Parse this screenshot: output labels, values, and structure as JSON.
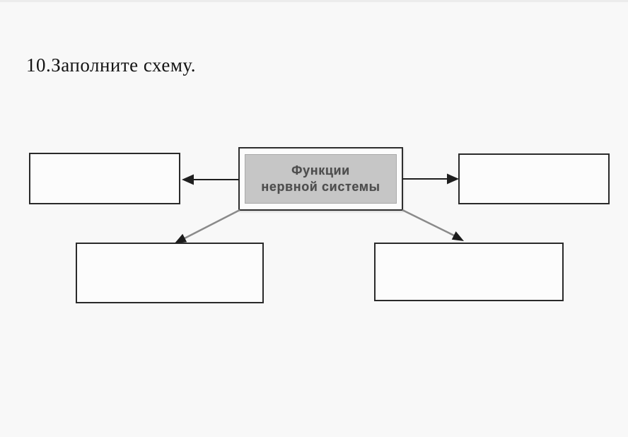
{
  "heading": {
    "text": "10.Заполните схему."
  },
  "diagram": {
    "center": {
      "label_line1": "Функции",
      "label_line2": "нервной системы",
      "fill_color": "#c6c6c6",
      "text_color": "#4d4d4d"
    },
    "answer_boxes": [
      {
        "id": "left",
        "value": ""
      },
      {
        "id": "right",
        "value": ""
      },
      {
        "id": "bottom-left",
        "value": ""
      },
      {
        "id": "bottom-right",
        "value": ""
      }
    ],
    "arrows": [
      {
        "from": "center",
        "to": "left",
        "color": "#1f1f1f"
      },
      {
        "from": "center",
        "to": "right",
        "color": "#1f1f1f"
      },
      {
        "from": "center",
        "to": "bottom-left",
        "color": "#8a8a8a"
      },
      {
        "from": "center",
        "to": "bottom-right",
        "color": "#8a8a8a"
      }
    ]
  },
  "colors": {
    "page_background": "#f8f8f8",
    "box_border": "#2a2a2a",
    "box_fill": "#fcfcfc"
  }
}
